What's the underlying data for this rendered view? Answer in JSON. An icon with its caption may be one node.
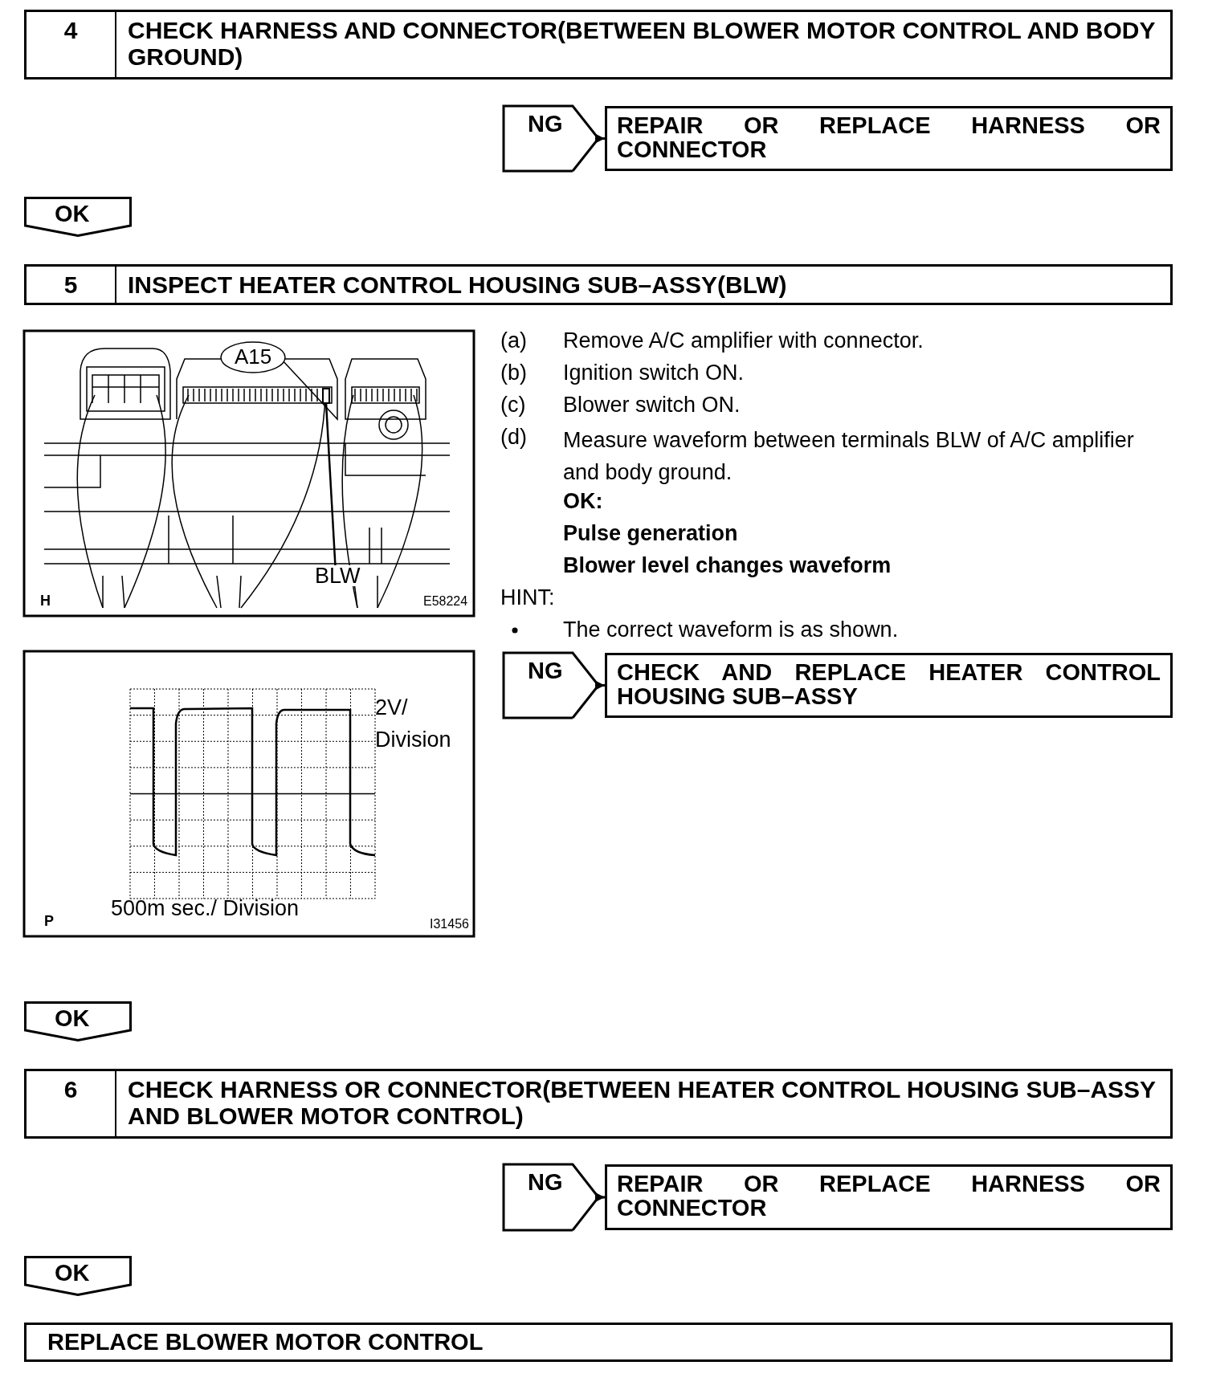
{
  "diagram": {
    "nodes": [
      {
        "text": [
          "4",
          "CHECK HARNESS AND CONNECTOR(BETWEEN BLOWER MOTOR CONTROL AND BODY GROUND)"
        ]
      },
      {
        "text": [
          "REPAIR OR REPLACE HARNESS OR CONNECTOR"
        ]
      },
      {
        "text": [
          "OK"
        ]
      },
      {
        "text": [
          "5",
          "INSPECT HEATER CONTROL HOUSING SUB–ASSY(BLW)"
        ]
      },
      {
        "text": [
          "CHECK AND REPLACE HEATER CONTROL HOUSING SUB–ASSY"
        ]
      },
      {
        "text": [
          "OK"
        ]
      },
      {
        "text": [
          "6",
          "CHECK HARNESS OR CONNECTOR(BETWEEN HEATER CONTROL HOUSING SUB–ASSY AND BLOWER MOTOR CONTROL)"
        ]
      },
      {
        "text": [
          "REPAIR OR REPLACE HARNESS OR CONNECTOR"
        ]
      },
      {
        "text": [
          "OK"
        ]
      },
      {
        "text": [
          "REPLACE BLOWER MOTOR CONTROL"
        ]
      },
      {
        "text": [
          "BLW"
        ]
      },
      {
        "text": [],
        "shape": "box"
      }
    ],
    "edges": [
      {
        "from": null,
        "to": 1,
        "label": "NG",
        "arrow": "to"
      },
      {
        "from": null,
        "to": 4,
        "label": "NG",
        "arrow": "to"
      },
      {
        "from": null,
        "to": 7,
        "label": "NG",
        "arrow": "to"
      },
      {
        "from": 10,
        "to": 11,
        "arrow": "none"
      }
    ],
    "labels": [
      "A15",
      "H",
      "E58224",
      "(a)",
      "Remove A/C amplifier with connector.",
      "(b)",
      "Ignition switch ON.",
      "(c)",
      "Blower switch ON.",
      "(d)",
      "Measure waveform between terminals BLW of A/C amplifier and body ground.",
      "OK:",
      "Pulse generation",
      "Blower level changes waveform",
      "HINT:",
      "The correct waveform is as shown.",
      "2V/ Division",
      "500m sec./ Division",
      "P",
      "I31456"
    ]
  }
}
